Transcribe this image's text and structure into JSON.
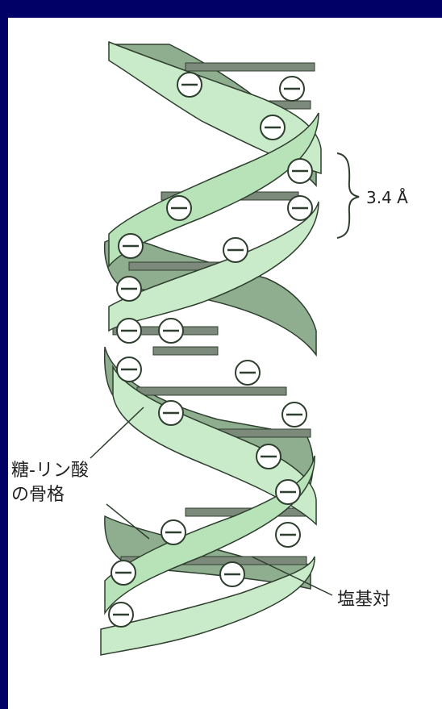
{
  "labels": {
    "spacing": "3.4 Å",
    "backbone_line1": "糖-リン酸",
    "backbone_line2": "の骨格",
    "base_pair": "塩基対"
  },
  "colors": {
    "background": "#000066",
    "panel": "#ffffff",
    "strand_front": "#c9ebc9",
    "strand_front_edge": "#7fbf85",
    "strand_back": "#8aa88a",
    "rung": "#7c8a7c",
    "phosphate_fill": "#ffffff",
    "outline": "#2f3f2f"
  }
}
